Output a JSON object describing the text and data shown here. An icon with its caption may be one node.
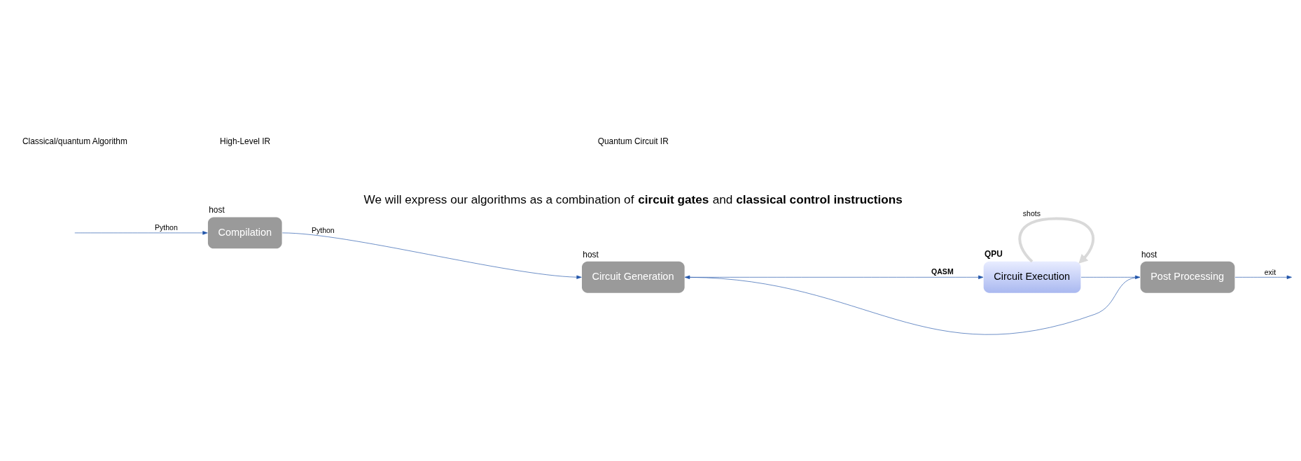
{
  "diagram": {
    "nodes": [
      {
        "text": [
          "Compilation"
        ],
        "beside": [
          "host"
        ]
      },
      {
        "text": [
          "Circuit Generation"
        ],
        "beside": [
          "host"
        ]
      },
      {
        "text": [
          "Circuit Execution"
        ],
        "beside": [
          "QPU"
        ]
      },
      {
        "text": [
          "Post Processing"
        ],
        "beside": [
          "host"
        ]
      }
    ],
    "edges": [
      {
        "from": null,
        "to": 0,
        "arrow": "to",
        "label": "Python"
      },
      {
        "from": 0,
        "to": 1,
        "arrow": "to",
        "label": "Python"
      },
      {
        "from": 1,
        "to": 2,
        "arrow": "to",
        "label": "QASM"
      },
      {
        "from": 2,
        "to": 2,
        "arrow": "to",
        "label": "shots",
        "style": "thick",
        "color": "#d9d9d9"
      },
      {
        "from": 2,
        "to": 3,
        "arrow": "to"
      },
      {
        "from": 3,
        "to": 1,
        "arrow": "to"
      },
      {
        "from": 3,
        "to": null,
        "arrow": "to",
        "label": "exit"
      }
    ],
    "labels": [
      "Classical/quantum Algorithm",
      "High-Level IR",
      "Quantum Circuit IR",
      "We will express our algorithms as a combination of **circuit gates** and **classical control instructions**"
    ]
  }
}
